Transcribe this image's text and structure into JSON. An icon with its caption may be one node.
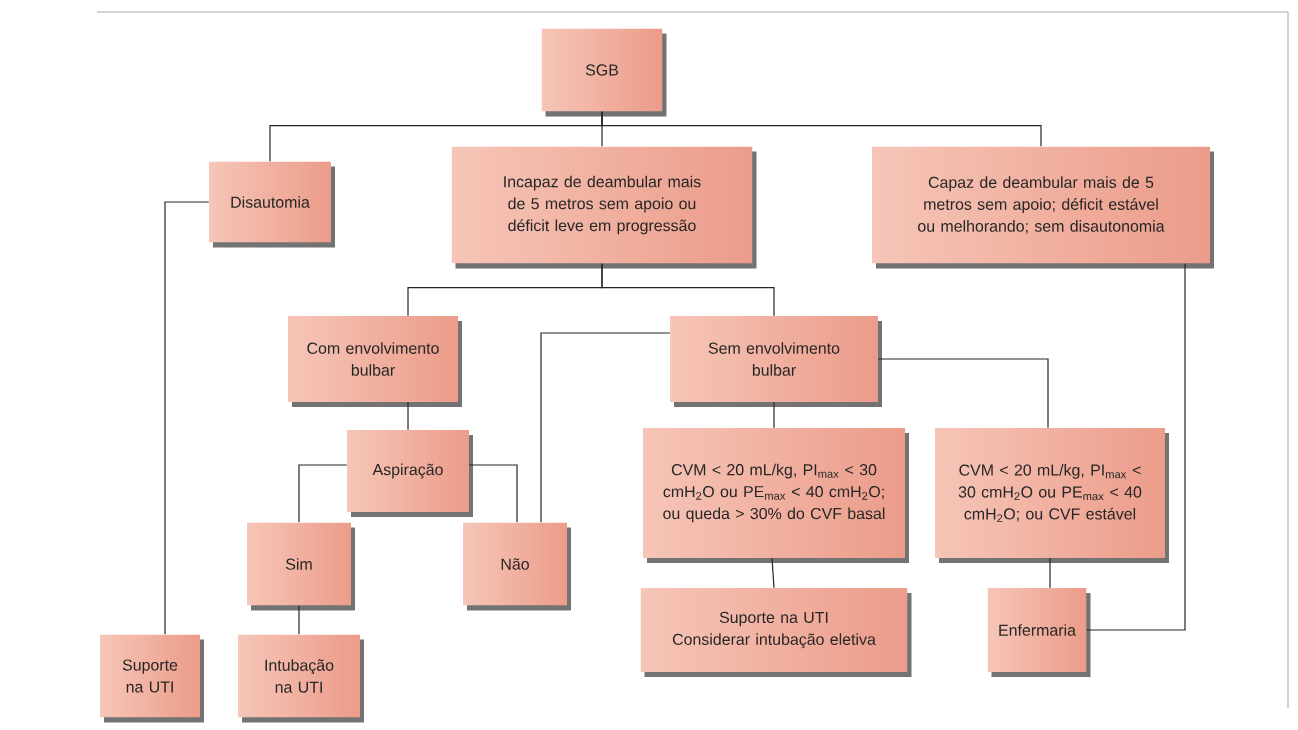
{
  "diagram": {
    "nodes": [
      {
        "text": [
          "SGB"
        ]
      },
      {
        "text": [
          "Disautomia"
        ]
      },
      {
        "text": [
          "Incapaz de deambular mais de 5 metros sem apoio ou déficit leve em progressão"
        ]
      },
      {
        "text": [
          "Capaz de deambular mais de 5 metros sem apoio; déficit estável ou melhorando; sem disautonomia"
        ]
      },
      {
        "text": [
          "Com envolvimento bulbar"
        ]
      },
      {
        "text": [
          "Sem envolvimento bulbar"
        ]
      },
      {
        "text": [
          "Aspiração"
        ]
      },
      {
        "text": [
          "Sim"
        ]
      },
      {
        "text": [
          "Não"
        ]
      },
      {
        "text": [
          "CVM < 20 mL/kg, PI$_{max}$ < 30 cmH$_{2}$O ou PE$_{max}$ < 40 cmH$_{2}$O; ou queda > 30% do CVF basal"
        ]
      },
      {
        "text": [
          "CVM < 20 mL/kg, PI$_{max}$ < 30 cmH$_{2}$O ou PE$_{max}$ < 40 cmH$_{2}$O; ou CVF estável"
        ]
      },
      {
        "text": [
          "Suporte na UTI"
        ]
      },
      {
        "text": [
          "Intubação na UTI"
        ]
      },
      {
        "text": [
          "Suporte na UTI",
          "Considerar intubação eletiva"
        ]
      },
      {
        "text": [
          "Enfermaria"
        ]
      }
    ],
    "edges": [
      {
        "from": 0,
        "to": 1,
        "arrow": "none"
      },
      {
        "from": 0,
        "to": 2,
        "arrow": "none"
      },
      {
        "from": 0,
        "to": 3,
        "arrow": "none"
      },
      {
        "from": 1,
        "to": 11,
        "arrow": "none"
      },
      {
        "from": 2,
        "to": 4,
        "arrow": "none"
      },
      {
        "from": 2,
        "to": 5,
        "arrow": "none"
      },
      {
        "from": 4,
        "to": 6,
        "arrow": "none"
      },
      {
        "from": 6,
        "to": 7,
        "arrow": "none"
      },
      {
        "from": 6,
        "to": 8,
        "arrow": "none"
      },
      {
        "from": 5,
        "to": 8,
        "arrow": "none"
      },
      {
        "from": 5,
        "to": 9,
        "arrow": "none"
      },
      {
        "from": 5,
        "to": 10,
        "arrow": "none"
      },
      {
        "from": 7,
        "to": 12,
        "arrow": "none"
      },
      {
        "from": 9,
        "to": 13,
        "arrow": "none"
      },
      {
        "from": 10,
        "to": 14,
        "arrow": "none"
      },
      {
        "from": 3,
        "to": 14,
        "arrow": "none"
      }
    ]
  }
}
